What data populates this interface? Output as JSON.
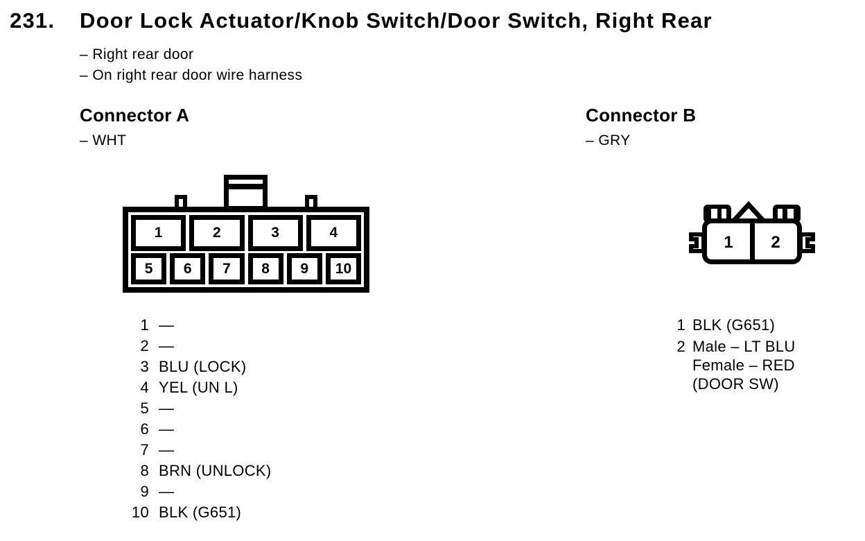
{
  "header": {
    "number": "231.",
    "title": "Door Lock Actuator/Knob Switch/Door Switch, Right Rear",
    "notes": [
      "– Right rear door",
      "– On right rear door wire harness"
    ]
  },
  "colors": {
    "ink": "#000000",
    "paper": "#ffffff"
  },
  "connector_a": {
    "heading": "Connector A",
    "color_note": "– WHT",
    "top_row_pins": [
      "1",
      "2",
      "3",
      "4"
    ],
    "bottom_row_pins": [
      "5",
      "6",
      "7",
      "8",
      "9",
      "10"
    ],
    "pinout": [
      {
        "pin": "1",
        "wire": "—"
      },
      {
        "pin": "2",
        "wire": "—"
      },
      {
        "pin": "3",
        "wire": "BLU (LOCK)"
      },
      {
        "pin": "4",
        "wire": "YEL (UN L)"
      },
      {
        "pin": "5",
        "wire": "—"
      },
      {
        "pin": "6",
        "wire": "—"
      },
      {
        "pin": "7",
        "wire": "—"
      },
      {
        "pin": "8",
        "wire": "BRN (UNLOCK)"
      },
      {
        "pin": "9",
        "wire": "—"
      },
      {
        "pin": "10",
        "wire": "BLK (G651)"
      }
    ]
  },
  "connector_b": {
    "heading": "Connector B",
    "color_note": "– GRY",
    "pins": [
      "1",
      "2"
    ],
    "pinout": [
      {
        "pin": "1",
        "lines": [
          "BLK (G651)"
        ]
      },
      {
        "pin": "2",
        "lines": [
          "Male – LT BLU",
          "Female – RED",
          "(DOOR SW)"
        ]
      }
    ]
  }
}
